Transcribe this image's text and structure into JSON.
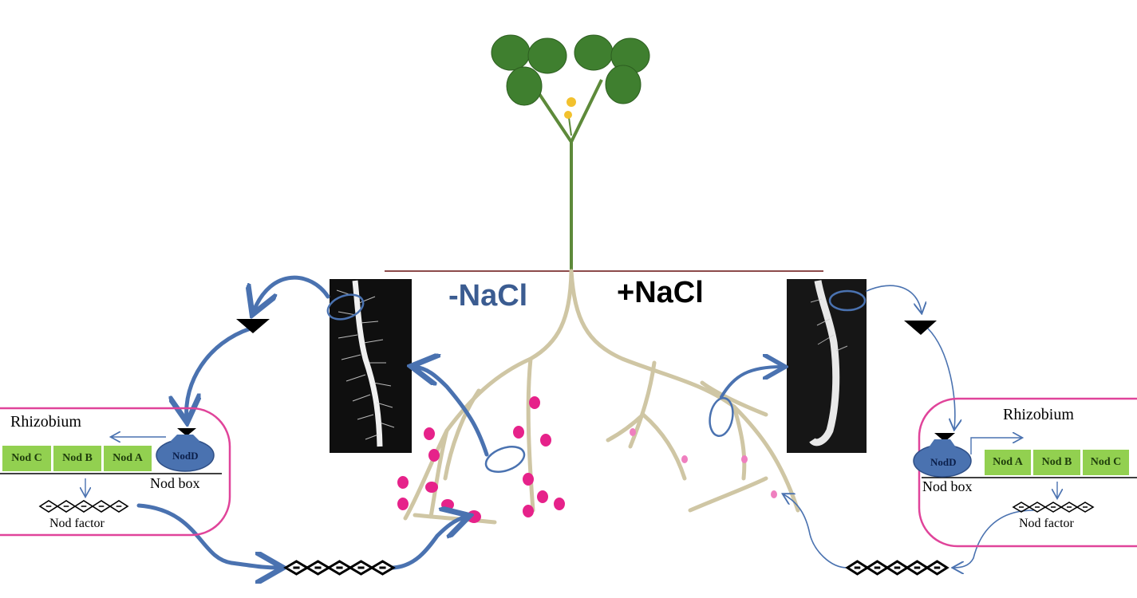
{
  "conditions": {
    "minus_nacl": "-NaCl",
    "plus_nacl": "+NaCl"
  },
  "left_cell": {
    "title": "Rhizobium",
    "genes": [
      "Nod C",
      "Nod B",
      "Nod A"
    ],
    "regulator": "NodD",
    "promoter": "Nod box",
    "product": "Nod factor"
  },
  "right_cell": {
    "title": "Rhizobium",
    "genes": [
      "Nod A",
      "Nod B",
      "Nod C"
    ],
    "regulator": "NodD",
    "promoter": "Nod box",
    "product": "Nod factor"
  },
  "colors": {
    "arrow": "#4a72b0",
    "cell_border": "#e0449a",
    "gene_box": "#92d050",
    "nodd": "#4a72b0",
    "nodule": "#e6228a",
    "nodule_small": "#ef7fbf",
    "root": "#cfc6a4",
    "soil_line": "#8c4a4a",
    "leaf": "#3f7f2f",
    "stem": "#5d8a3a",
    "flower": "#f2c12e",
    "minus_label": "#3b5c91",
    "plus_label": "#000000"
  },
  "icons": [
    "triangle-flavonoid-icon",
    "nod-factor-chain-icon",
    "root-hair-photo"
  ]
}
